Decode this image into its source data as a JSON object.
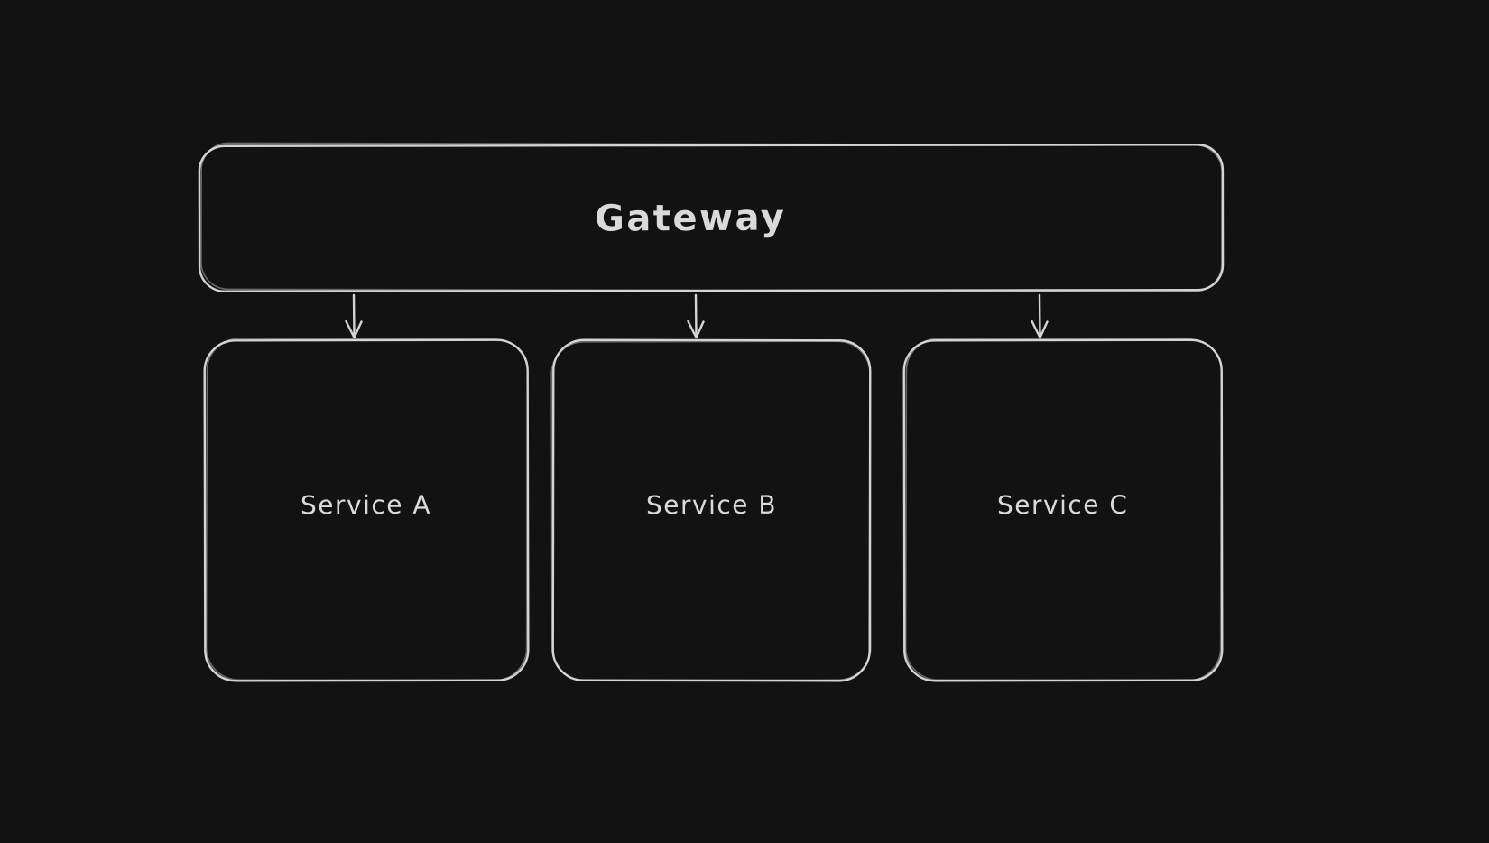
{
  "app": {
    "kind": "whiteboard-diagram-canvas",
    "background_color": "#121212"
  },
  "theme": {
    "stroke": "#d4d4d4",
    "text": "#dadada"
  },
  "diagram": {
    "nodes": [
      {
        "id": "gateway",
        "label": "Gateway",
        "shape": "rounded-rectangle"
      },
      {
        "id": "service-a",
        "label": "Service A",
        "shape": "rounded-rectangle"
      },
      {
        "id": "service-b",
        "label": "Service B",
        "shape": "rounded-rectangle"
      },
      {
        "id": "service-c",
        "label": "Service C",
        "shape": "rounded-rectangle"
      }
    ],
    "edges": [
      {
        "from": "gateway",
        "to": "service-a",
        "style": "arrow-down"
      },
      {
        "from": "gateway",
        "to": "service-b",
        "style": "arrow-down"
      },
      {
        "from": "gateway",
        "to": "service-c",
        "style": "arrow-down"
      }
    ]
  }
}
